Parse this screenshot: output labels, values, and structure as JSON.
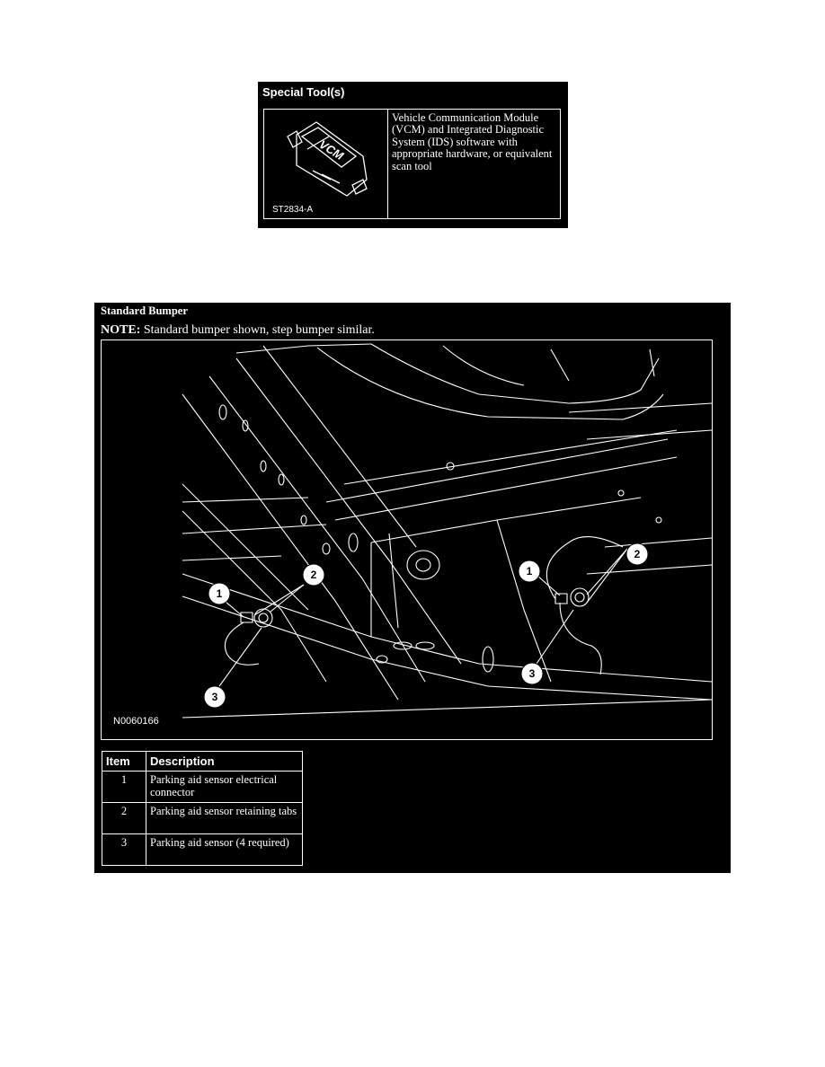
{
  "special_tool": {
    "title": "Special Tool(s)",
    "image_label": "VCM",
    "tool_code": "ST2834-A",
    "description": "Vehicle Communication Module (VCM) and Integrated Diagnostic System (IDS) software with appropriate hardware, or equivalent scan tool"
  },
  "bumper": {
    "heading": "Standard Bumper",
    "note_label": "NOTE:",
    "note_text": " Standard bumper shown, step bumper similar.",
    "diagram_code": "N0060166",
    "callouts": [
      "1",
      "2",
      "3",
      "1",
      "2",
      "3"
    ]
  },
  "legend": {
    "headers": [
      "Item",
      "Description"
    ],
    "rows": [
      {
        "item": "1",
        "description": "Parking aid sensor electrical connector"
      },
      {
        "item": "2",
        "description": "Parking aid sensor retaining tabs"
      },
      {
        "item": "3",
        "description": "Parking aid sensor (4 required)"
      }
    ]
  }
}
